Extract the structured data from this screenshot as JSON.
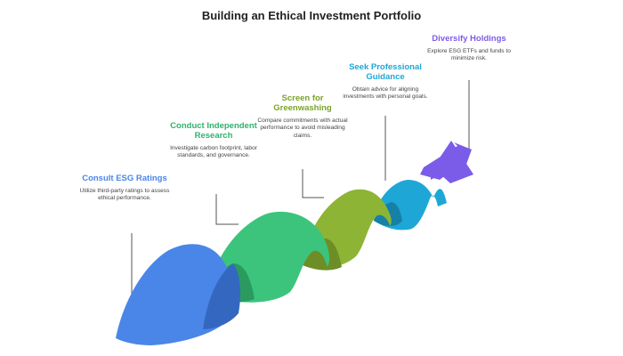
{
  "title": "Building an Ethical Investment Portfolio",
  "steps": [
    {
      "title": "Consult ESG Ratings",
      "description": "Utilize third-party ratings to assess ethical performance.",
      "color": "#4a86e8"
    },
    {
      "title": "Conduct Independent Research",
      "description": "Investigate carbon footprint, labor standards, and governance.",
      "color": "#3cc47c"
    },
    {
      "title": "Screen for Greenwashing",
      "description": "Compare commitments with actual performance to avoid misleading claims.",
      "color": "#8db434"
    },
    {
      "title": "Seek Professional Guidance",
      "description": "Obtain advice for aligning investments with personal goals.",
      "color": "#1ea7d6"
    },
    {
      "title": "Diversify Holdings",
      "description": "Explore ESG ETFs and funds to minimize risk.",
      "color": "#7b5ce8"
    }
  ]
}
